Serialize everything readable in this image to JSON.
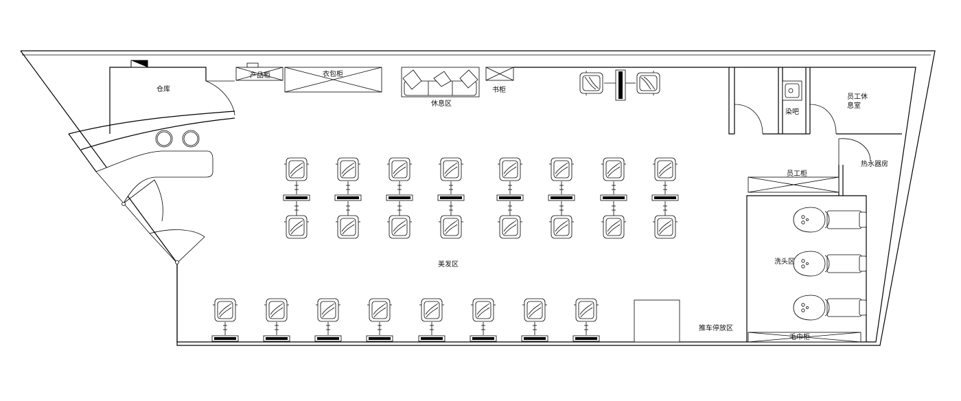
{
  "labels": {
    "warehouse": "仓库",
    "product_cabinet": "产品柜",
    "wardrobe": "衣包柜",
    "lounge": "休息区",
    "bookshelf": "书柜",
    "dye_bar": "染吧",
    "staff_lounge_line1": "员工休",
    "staff_lounge_line2": "息室",
    "water_heater_room": "热水器房",
    "staff_locker": "员工柜",
    "hair_area": "美发区",
    "wash_area": "洗头区",
    "cart_parking": "推车停放区",
    "towel_cabinet": "毛巾柜"
  },
  "counts": {
    "styling_chair_pairs": 8,
    "wall_styling_chairs": 8,
    "shampoo_beds": 3,
    "lounge_sofa": 1,
    "dye_chairs": 2
  }
}
